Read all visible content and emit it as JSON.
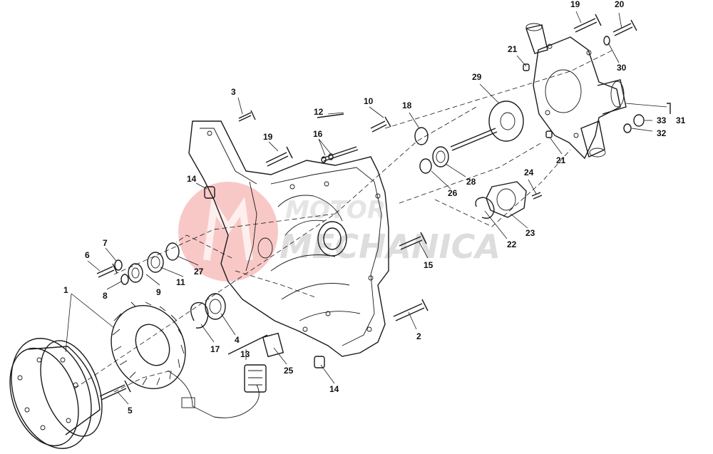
{
  "watermark": {
    "top": "MOTOR",
    "word": "MECHANICA",
    "logo_color": "#e53935"
  },
  "labels": [
    {
      "id": "1",
      "text": "1"
    },
    {
      "id": "2",
      "text": "2"
    },
    {
      "id": "3",
      "text": "3"
    },
    {
      "id": "4",
      "text": "4"
    },
    {
      "id": "5",
      "text": "5"
    },
    {
      "id": "6",
      "text": "6"
    },
    {
      "id": "7",
      "text": "7"
    },
    {
      "id": "8",
      "text": "8"
    },
    {
      "id": "9",
      "text": "9"
    },
    {
      "id": "10",
      "text": "10"
    },
    {
      "id": "11",
      "text": "11"
    },
    {
      "id": "12",
      "text": "12"
    },
    {
      "id": "13",
      "text": "13"
    },
    {
      "id": "14a",
      "text": "14"
    },
    {
      "id": "14b",
      "text": "14"
    },
    {
      "id": "15",
      "text": "15"
    },
    {
      "id": "16",
      "text": "16"
    },
    {
      "id": "17",
      "text": "17"
    },
    {
      "id": "18",
      "text": "18"
    },
    {
      "id": "19a",
      "text": "19"
    },
    {
      "id": "19b",
      "text": "19"
    },
    {
      "id": "20",
      "text": "20"
    },
    {
      "id": "21a",
      "text": "21"
    },
    {
      "id": "21b",
      "text": "21"
    },
    {
      "id": "22",
      "text": "22"
    },
    {
      "id": "23",
      "text": "23"
    },
    {
      "id": "24",
      "text": "24"
    },
    {
      "id": "25",
      "text": "25"
    },
    {
      "id": "26",
      "text": "26"
    },
    {
      "id": "27",
      "text": "27"
    },
    {
      "id": "28",
      "text": "28"
    },
    {
      "id": "29",
      "text": "29"
    },
    {
      "id": "30",
      "text": "30"
    },
    {
      "id": "31",
      "text": "31"
    },
    {
      "id": "32",
      "text": "32"
    },
    {
      "id": "33",
      "text": "33"
    }
  ]
}
